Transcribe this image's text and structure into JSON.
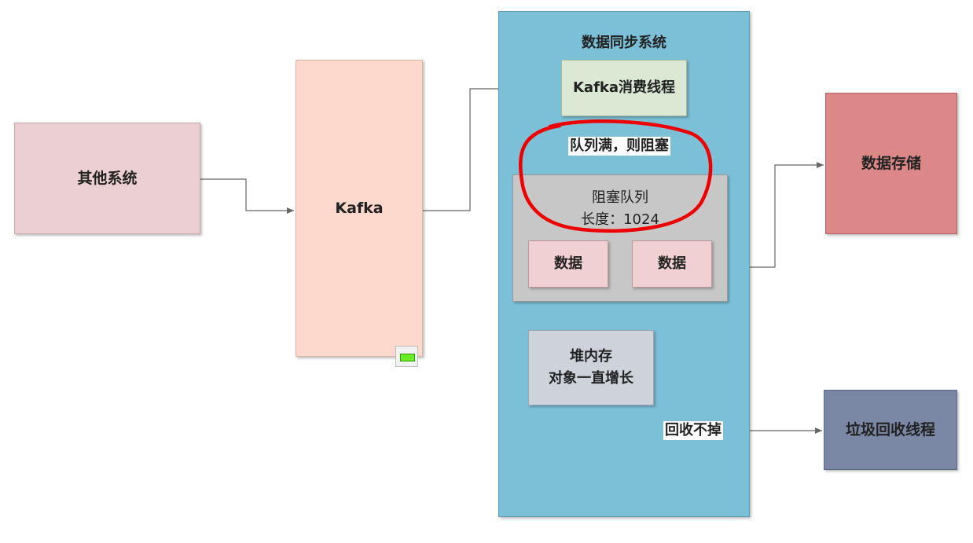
{
  "nodes": {
    "other_system": "其他系统",
    "kafka": "Kafka",
    "sync_container_title": "数据同步系统",
    "kafka_consumer": "Kafka消费线程",
    "blocking_queue": "阻塞队列\n长度：1024",
    "data_1": "数据",
    "data_2": "数据",
    "heap": "堆内存\n对象一直增长",
    "data_storage": "数据存储",
    "gc_thread": "垃圾回收线程"
  },
  "edge_labels": {
    "queue_full": "队列满，则阻塞",
    "not_collected": "回收不掉"
  },
  "colors": {
    "other_system": "#ebcfd2",
    "kafka": "#fdd9cd",
    "container": "#7cc0d8",
    "kafka_consumer": "#dbe8d4",
    "blocking_queue": "#c7c7c7",
    "data": "#f0d0d2",
    "heap": "#cdd2db",
    "data_storage": "#dd8888",
    "gc_thread": "#7a88a6",
    "highlight": "#ee0000",
    "wire": "#666666"
  },
  "icons": {
    "kafka_corner": "green-bar-icon"
  }
}
